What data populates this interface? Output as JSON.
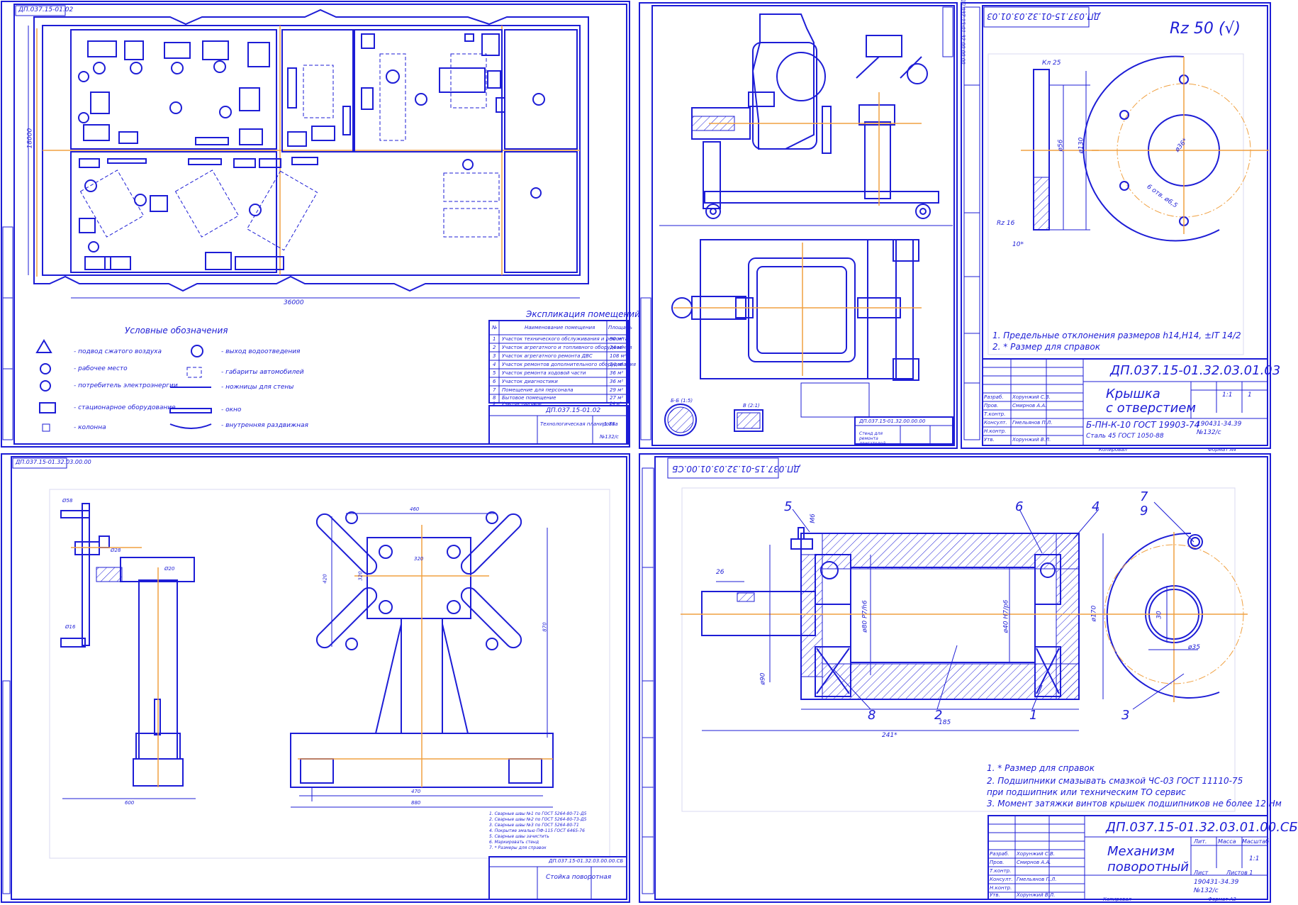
{
  "sheets": {
    "floor_plan": {
      "stamp_top": "ДП.037.15-01.02",
      "legend_title": "Условные обозначения",
      "legend": [
        "- подвод сжатого воздуха",
        "- рабочее место",
        "- потребитель электроэнергии",
        "- стационарное оборудование",
        "- колонна",
        "- выход водоотведения",
        "- габариты автомобилей",
        "- ножницы для стены",
        "- окно",
        "- внутренняя раздвижная"
      ],
      "explication_title": "Экспликация помещений",
      "explication_head": [
        "№",
        "Наименование помещения",
        "Площадь"
      ],
      "explication_rows": [
        [
          "1",
          "Участок технического обслуживания и ремонта",
          "90 м²"
        ],
        [
          "2",
          "Участок агрегатного и топливного оборудования",
          "24 м²"
        ],
        [
          "3",
          "Участок агрегатного ремонта ДВС",
          "108 м²"
        ],
        [
          "4",
          "Участок ремонтов дополнительного оборудования",
          "24 м²"
        ],
        [
          "5",
          "Участок ремонта ходовой части",
          "36 м²"
        ],
        [
          "6",
          "Участок диагностики",
          "36 м²"
        ],
        [
          "7",
          "Помещение для персонала",
          "29 м²"
        ],
        [
          "8",
          "Бытовое помещение",
          "27 м²"
        ],
        [
          "9",
          "Участок торговли",
          "24 м²"
        ]
      ],
      "title_stamp_code": "ДП.037.15-01.02",
      "title_stamp_name": "Технологическая планировка",
      "sheet_no": "1:75",
      "group": "№132/с",
      "dim_length": "36000",
      "dim_width": "18000"
    },
    "stand_assembly": {
      "stamp_top": "ДП.037.15-01.32.00.00.00",
      "title_stamp_code": "ДП.037.15-01.32.00.00.00",
      "title_stamp_name": "Стенд для ремонта двигателей",
      "view_b": "Б-Б (1:5)",
      "view_v": "В (2:1)"
    },
    "cover": {
      "stamp_top": "ДП.037.15-01.32.03.01.03",
      "roughness": "Rz 50 (√)",
      "notes": [
        "1. Предельные отклонения размеров h14,H14, ±IT 14/2",
        "2. * Размер для справок"
      ],
      "dims": [
        "Кл 25",
        "ø56",
        "ø130",
        "ø36*",
        "6 отв. ø6,5",
        "Rz 16",
        "10*"
      ],
      "code": "ДП.037.15-01.32.03.01.03",
      "title": "Крышка\nс отверстием",
      "material": "Б-ПН-К-10 ГОСТ 19903-74",
      "material2": "Сталь 45 ГОСТ 1050-88",
      "scale": "1:1",
      "sheet": "1",
      "group": "190431-34.39\n№132/с",
      "copied": "Копировал",
      "format": "Формат  А4",
      "author_rows": [
        [
          "Разраб.",
          "Хорунжий С.В."
        ],
        [
          "Пров.",
          "Смирнов А.А."
        ],
        [
          "Т.контр.",
          ""
        ],
        [
          "Консулт.",
          "Гмельянов П.Л."
        ],
        [
          "Н.контр.",
          ""
        ],
        [
          "Утв.",
          "Хорунжий В.Л."
        ]
      ]
    },
    "stand": {
      "stamp_top": "ДП.037.15-01.32.03.00.00",
      "title_stamp_code": "ДП.037.15-01.32.03.00.00.СБ",
      "title_stamp_name": "Стойка поворотная",
      "dims": [
        "Ø58",
        "Ø28",
        "Ø20",
        "Ø16",
        "320",
        "320",
        "460",
        "420",
        "470",
        "870",
        "880",
        "600"
      ],
      "notes": [
        "1. Сварные швы №1 по ГОСТ 5264-80-Т1-Д5",
        "2. Сварные швы №2 по ГОСТ 5264-80-Т3-Д5",
        "3. Сварные швы №3 по ГОСТ 5264-80-Т1",
        "4. Покрытие эмалью ПФ-115 ГОСТ 6465-76",
        "5. Сварные швы зачистить",
        "6. Маркировать стенд",
        "7. * Размеры для справок"
      ]
    },
    "mechanism": {
      "stamp_top": "ДП.037.15-01.32.03.01.00.СБ",
      "callouts": [
        "5",
        "6",
        "4",
        "7",
        "9",
        "8",
        "2",
        "1",
        "3"
      ],
      "dims": [
        "М6",
        "26",
        "ø80 P7/h6",
        "ø40 H7/p6",
        "ø90",
        "ø170",
        "30",
        "ø35",
        "185",
        "241*"
      ],
      "notes": [
        "1. * Размер для справок",
        "2. Подшипники смазывать смазкой ЧС-03 ГОСТ 11110-75",
        "при подшипник или техническим ТО сервис",
        "3. Момент затяжки винтов крышек подшипников не более 12 Нм"
      ],
      "code": "ДП.037.15-01.32.03.01.00.СБ",
      "title": "Механизм\nповоротный",
      "stamp_head": [
        "Лит.",
        "Масса",
        "Масштаб"
      ],
      "scale": "1:1",
      "sheet": "Лист",
      "sheets": "Листов  1",
      "group": "190431-34.39\n№132/с",
      "copied": "Копировал",
      "format": "Формат  А3",
      "author_rows": [
        [
          "Разраб.",
          "Хорунжий С.В."
        ],
        [
          "Пров.",
          "Смирнов А.А."
        ],
        [
          "Т.контр.",
          ""
        ],
        [
          "Консулт.",
          "Гмельянов П.Л."
        ],
        [
          "Н.контр.",
          ""
        ],
        [
          "Утв.",
          "Хорунжий В.Л."
        ]
      ]
    }
  }
}
